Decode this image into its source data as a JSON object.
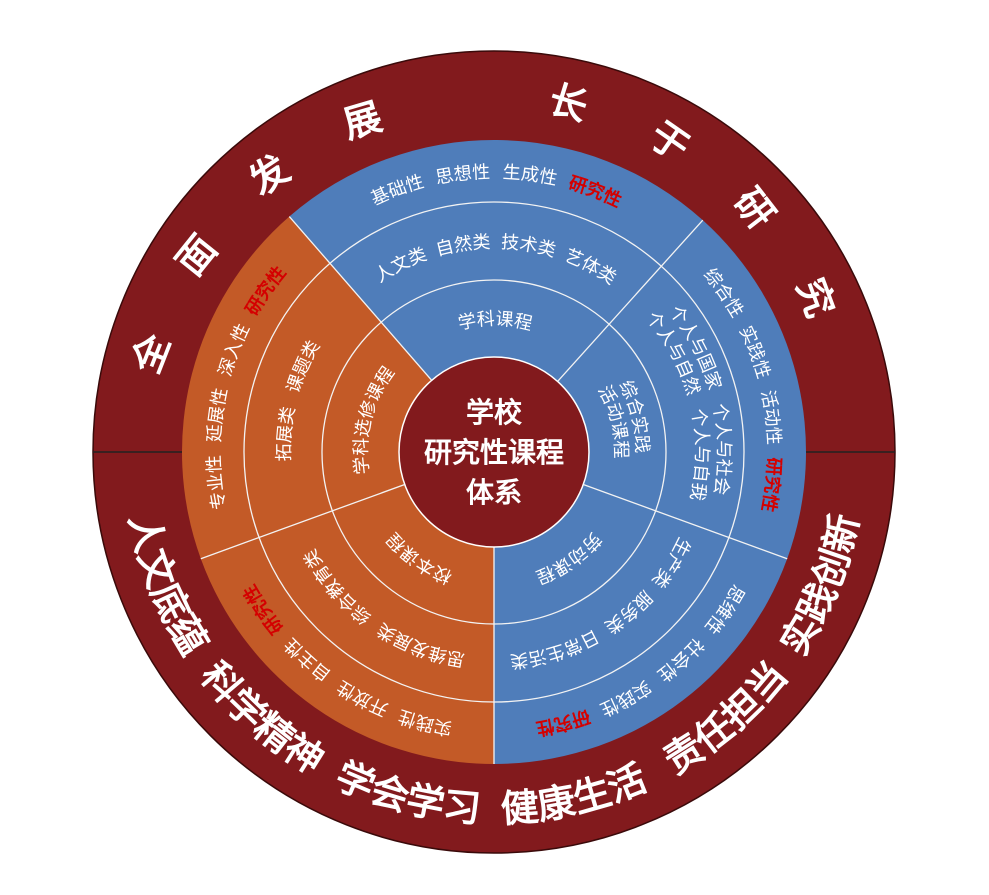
{
  "colors": {
    "ring": "#821a1d",
    "orange": "#c35a27",
    "blue": "#4f7dba",
    "highlight": "#d40000"
  },
  "center": {
    "line1": "学校",
    "line2": "研究性课程",
    "line3": "体系"
  },
  "outer_ring": {
    "top": [
      "全面发展",
      "长于研究"
    ],
    "bottom": [
      "人文底蕴",
      "科学精神",
      "学会学习",
      "健康生活",
      "责任担当",
      "实践创新"
    ]
  },
  "segments": {
    "top": {
      "traits": [
        "基础性",
        "思想性",
        "生成性",
        "研究性"
      ],
      "categories": [
        "人文类",
        "自然类",
        "技术类",
        "艺体类"
      ],
      "course": "学科课程"
    },
    "right": {
      "traits": [
        "综合性",
        "实践性",
        "活动性",
        "研究性"
      ],
      "categories_line1": [
        "个人与国家",
        "个人与社会"
      ],
      "categories_line2": [
        "个人与自然",
        "个人与自我"
      ],
      "course_line1": "综合实践",
      "course_line2": "活动课程"
    },
    "lower_right": {
      "traits": [
        "思维性",
        "社会性",
        "实践性",
        "研究性"
      ],
      "categories": [
        "生产类",
        "服务类",
        "日常生活类"
      ],
      "course": "劳动课程"
    },
    "lower_left": {
      "traits": [
        "实践性",
        "开放性",
        "自主性",
        "研究性"
      ],
      "categories": [
        "思维发展类",
        "综合教育类"
      ],
      "course": "校本课程"
    },
    "upper_left": {
      "traits": [
        "专业性",
        "延展性",
        "深入性",
        "研究性"
      ],
      "categories": [
        "拓展类",
        "课题类"
      ],
      "course": "学科选修课程"
    }
  }
}
